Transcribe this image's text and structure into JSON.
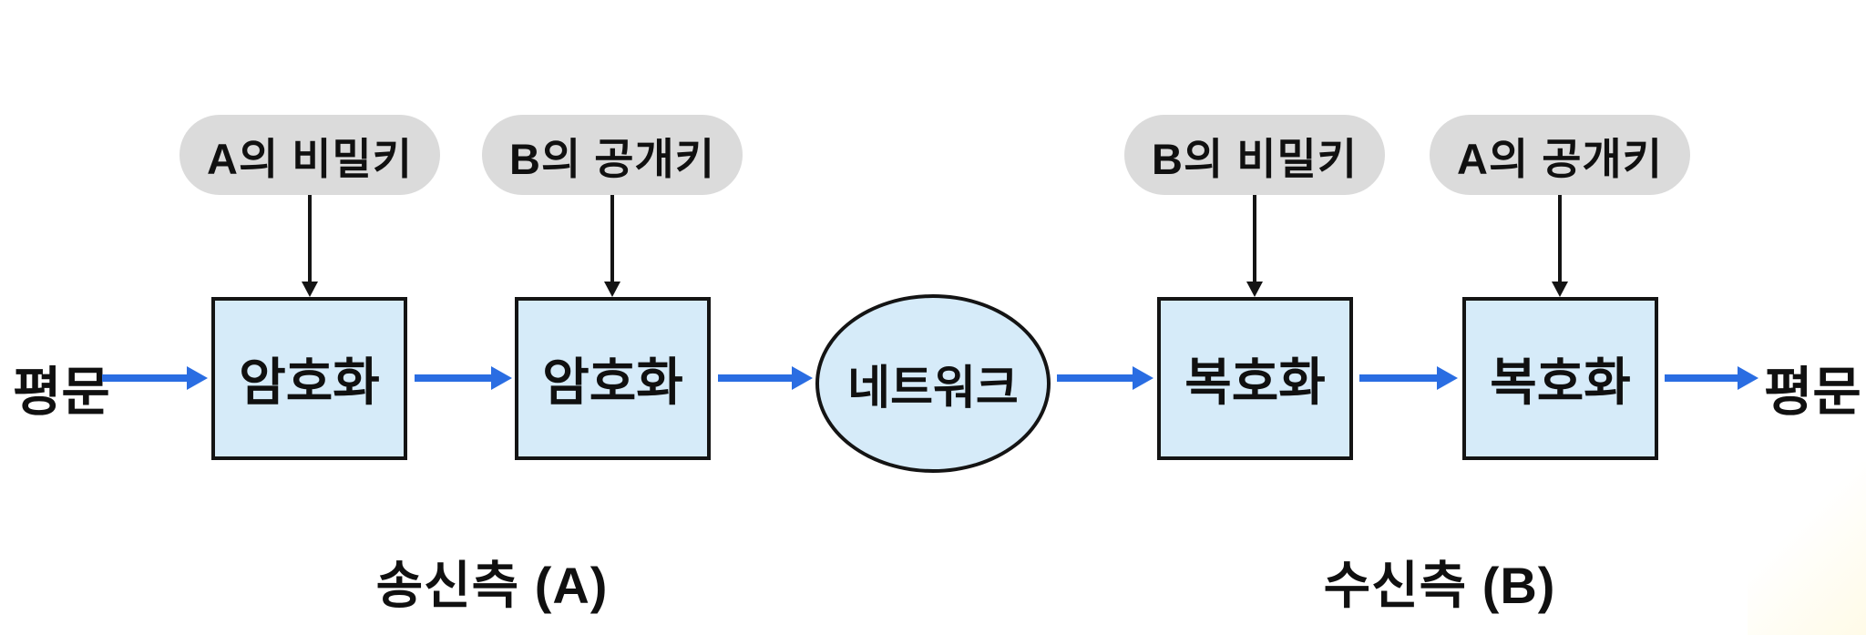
{
  "diagram": {
    "io": {
      "input_label": "평문",
      "output_label": "평문"
    },
    "keys": [
      {
        "label": "A의 비밀키"
      },
      {
        "label": "B의 공개키"
      },
      {
        "label": "B의 비밀키"
      },
      {
        "label": "A의 공개키"
      }
    ],
    "nodes": [
      {
        "label": "암호화",
        "shape": "rect"
      },
      {
        "label": "암호화",
        "shape": "rect"
      },
      {
        "label": "네트워크",
        "shape": "ellipse"
      },
      {
        "label": "복호화",
        "shape": "rect"
      },
      {
        "label": "복호화",
        "shape": "rect"
      }
    ],
    "groups": [
      {
        "label": "송신측 (A)"
      },
      {
        "label": "수신측 (B)"
      }
    ],
    "colors": {
      "background": "#ffffff",
      "node_fill": "#d6ebf9",
      "node_border": "#141414",
      "key_pill_fill": "#dbdbdb",
      "flow_arrow": "#2a6de2",
      "key_arrow": "#141414",
      "text": "#101010"
    }
  }
}
